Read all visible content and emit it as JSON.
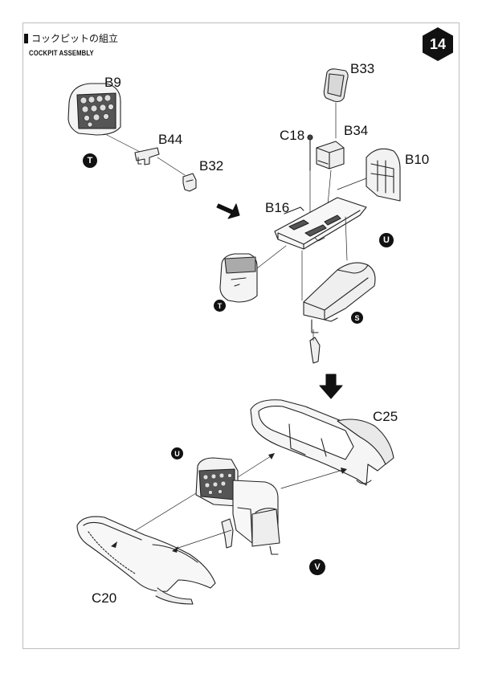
{
  "header": {
    "title_jp": "コックピットの組立",
    "title_en": "COCKPIT ASSEMBLY",
    "step_number": "14"
  },
  "parts": {
    "b9": "B9",
    "b44": "B44",
    "b32": "B32",
    "b33": "B33",
    "c18": "C18",
    "b34": "B34",
    "b10": "B10",
    "b16": "B16",
    "c25": "C25",
    "c20": "C20"
  },
  "markers": {
    "t_top": "T",
    "t_mid": "T",
    "u_mid": "U",
    "s_mid": "S",
    "u_bottom": "U",
    "v_bottom": "V"
  }
}
